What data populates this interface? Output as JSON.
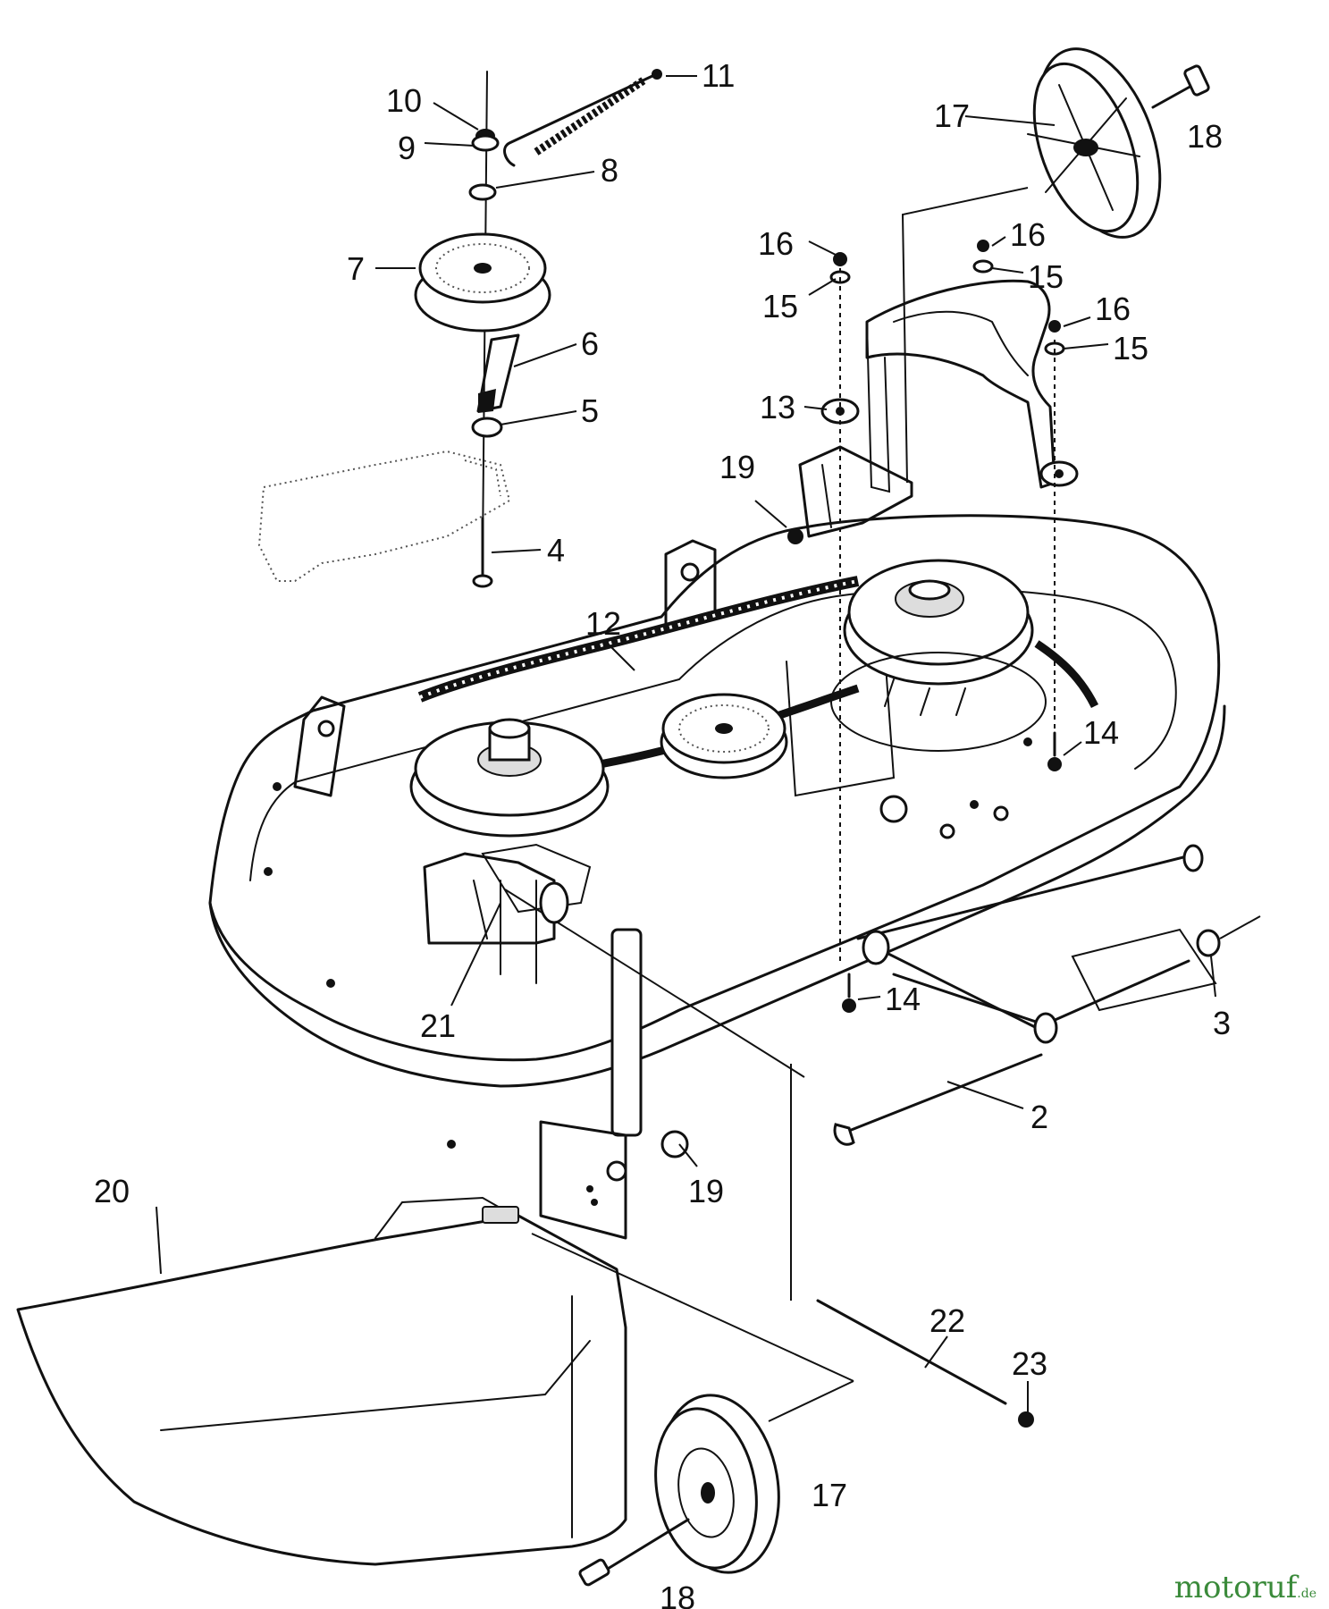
{
  "callouts": [
    {
      "id": "10",
      "text": "10"
    },
    {
      "id": "11",
      "text": "11"
    },
    {
      "id": "9",
      "text": "9"
    },
    {
      "id": "8",
      "text": "8"
    },
    {
      "id": "7",
      "text": "7"
    },
    {
      "id": "6",
      "text": "6"
    },
    {
      "id": "5",
      "text": "5"
    },
    {
      "id": "4",
      "text": "4"
    },
    {
      "id": "12",
      "text": "12"
    },
    {
      "id": "13",
      "text": "13"
    },
    {
      "id": "19a",
      "text": "19"
    },
    {
      "id": "17a",
      "text": "17"
    },
    {
      "id": "18a",
      "text": "18"
    },
    {
      "id": "16a",
      "text": "16"
    },
    {
      "id": "15a",
      "text": "15"
    },
    {
      "id": "16b",
      "text": "16"
    },
    {
      "id": "15b",
      "text": "15"
    },
    {
      "id": "16c",
      "text": "16"
    },
    {
      "id": "15c",
      "text": "15"
    },
    {
      "id": "14a",
      "text": "14"
    },
    {
      "id": "14b",
      "text": "14"
    },
    {
      "id": "3",
      "text": "3"
    },
    {
      "id": "2",
      "text": "2"
    },
    {
      "id": "21",
      "text": "21"
    },
    {
      "id": "19b",
      "text": "19"
    },
    {
      "id": "20",
      "text": "20"
    },
    {
      "id": "22",
      "text": "22"
    },
    {
      "id": "23",
      "text": "23"
    },
    {
      "id": "17b",
      "text": "17"
    },
    {
      "id": "18b",
      "text": "18"
    }
  ],
  "watermark": {
    "brand": "motoruf",
    "suffix": ".de"
  }
}
